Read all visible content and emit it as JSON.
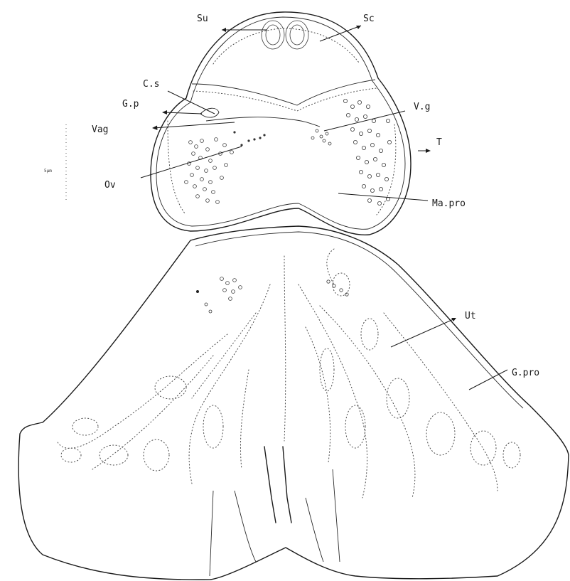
{
  "figure": {
    "labels": {
      "su": "Su",
      "sc": "Sc",
      "cs": "C.s",
      "gp": "G.p",
      "vag": "Vag",
      "vg": "V.g",
      "t": "T",
      "ov": "Ov",
      "mapro": "Ma.pro",
      "ut": "Ut",
      "gpro": "G.pro"
    },
    "scale_bar": {
      "label": "5µm"
    }
  },
  "colors": {
    "ink": "#1a1a1a",
    "paper": "#ffffff"
  }
}
